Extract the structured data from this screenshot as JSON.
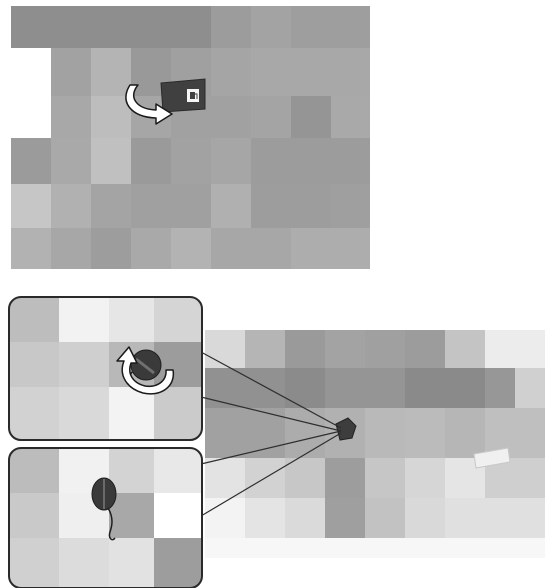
{
  "figures": {
    "top": {
      "name": "fuel-door-release-figure",
      "icons": [
        "fuel-pump-icon",
        "curved-arrow-icon"
      ]
    },
    "bottom": {
      "name": "fuel-cap-removal-figure",
      "callouts": [
        {
          "name": "callout-turn-cap",
          "icons": [
            "fuel-cap-icon",
            "counterclockwise-arrow-icon"
          ]
        },
        {
          "name": "callout-cap-tethered",
          "icons": [
            "fuel-cap-icon",
            "tether-cord-icon"
          ]
        }
      ]
    }
  },
  "colors": {
    "background": "#ffffff",
    "mosaic_dark": "#8c8c8c",
    "mosaic_mid": "#a8a8a8",
    "mosaic_light": "#c8c8c8",
    "panel_bg": "#404040",
    "outline": "#333333"
  }
}
